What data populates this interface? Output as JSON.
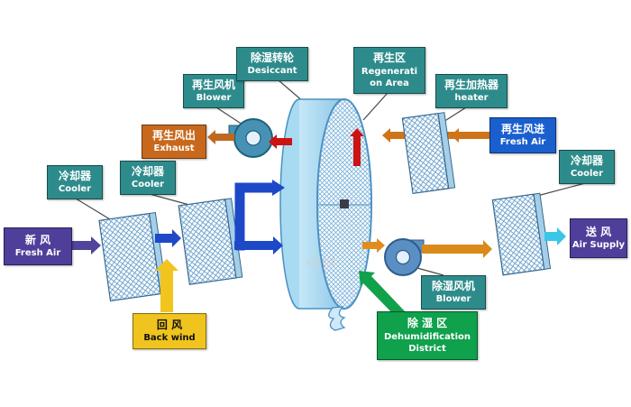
{
  "diagram": {
    "watermark": "xtjqc",
    "palette": {
      "label_teal": "#2e8b8b",
      "label_purple": "#4f3f9a",
      "label_yellow": "#f0c41e",
      "label_orange": "#c8681c",
      "label_blue": "#1a5fce",
      "label_green": "#0fa14c",
      "arrow_blue": "#1d49c8",
      "arrow_purple": "#50449c",
      "arrow_yellow": "#f2c41e",
      "arrow_red": "#cc1212",
      "arrow_orange": "#cf7417",
      "arrow_cyan": "#3ac6e8",
      "arrow_green": "#12a14b",
      "wheel_blue": "#a8daf2"
    },
    "labels": [
      {
        "id": "fresh-air-inlet",
        "lines": [
          "新 风",
          "Fresh Air"
        ]
      },
      {
        "id": "cooler-1",
        "lines": [
          "冷却器",
          "Cooler"
        ]
      },
      {
        "id": "cooler-2",
        "lines": [
          "冷却器",
          "Cooler"
        ]
      },
      {
        "id": "back-wind",
        "lines": [
          "回 风",
          "Back wind"
        ]
      },
      {
        "id": "regen-blower",
        "lines": [
          "再生风机",
          "Blower"
        ]
      },
      {
        "id": "desiccant-wheel",
        "lines": [
          "除湿转轮",
          "Desiccant"
        ]
      },
      {
        "id": "exhaust",
        "lines": [
          "再生风出",
          "Exhaust"
        ]
      },
      {
        "id": "regen-area",
        "lines": [
          "再生区",
          "Regenerati",
          "on Area"
        ]
      },
      {
        "id": "regen-heater",
        "lines": [
          "再生加热器",
          "heater"
        ]
      },
      {
        "id": "regen-fresh-air",
        "lines": [
          "再生风进",
          "Fresh Air"
        ]
      },
      {
        "id": "cooler-3",
        "lines": [
          "冷却器",
          "Cooler"
        ]
      },
      {
        "id": "air-supply",
        "lines": [
          "送 风",
          "Air Supply"
        ]
      },
      {
        "id": "dehumid-blower",
        "lines": [
          "除湿风机",
          "Blower"
        ]
      },
      {
        "id": "dehumid-district",
        "lines": [
          "除 湿 区",
          "Dehumidification",
          "District"
        ]
      }
    ],
    "components": [
      "desiccant-wheel",
      "cooler-panel-1",
      "cooler-panel-2",
      "cooler-panel-3",
      "heater-panel",
      "regen-blower-fan",
      "dehumid-blower-fan"
    ]
  }
}
